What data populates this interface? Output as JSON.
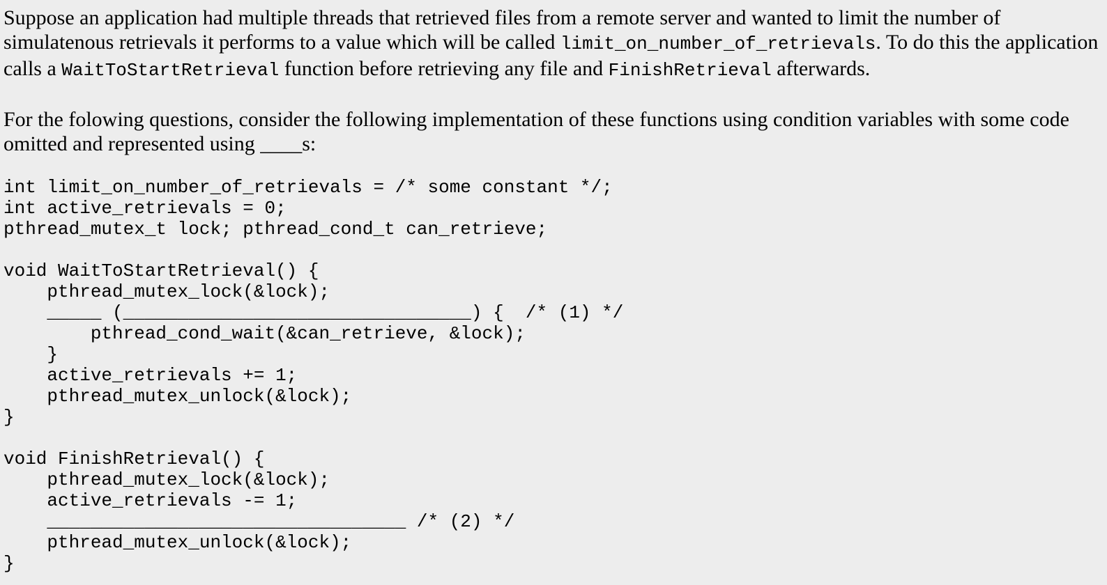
{
  "page": {
    "background_color": "#ededed",
    "text_color": "#000000"
  },
  "intro_paragraph": {
    "segments": [
      {
        "style": "serif",
        "text": "Suppose an application had multiple threads that retrieved files from a remote server and wanted to limit the number of simulatenous retrievals it performs to a value which will be called "
      },
      {
        "style": "mono",
        "text": "limit_on_number_of_retrievals"
      },
      {
        "style": "serif",
        "text": ". To do this the application calls a "
      },
      {
        "style": "mono",
        "text": "WaitToStartRetrieval"
      },
      {
        "style": "serif",
        "text": " function before retrieving any file and "
      },
      {
        "style": "mono",
        "text": "FinishRetrieval"
      },
      {
        "style": "serif",
        "text": " afterwards."
      }
    ]
  },
  "instructions_paragraph": {
    "segments": [
      {
        "style": "serif",
        "text": "For the folowing questions, consider the following implementation of these functions using condition variables with some code omitted and represented using ____s:"
      }
    ]
  },
  "code_block": {
    "lines": [
      "int limit_on_number_of_retrievals = /* some constant */;",
      "int active_retrievals = 0;",
      "pthread_mutex_t lock; pthread_cond_t can_retrieve;",
      "",
      "void WaitToStartRetrieval() {",
      "    pthread_mutex_lock(&lock);",
      "    _____ (________________________________) {  /* (1) */",
      "        pthread_cond_wait(&can_retrieve, &lock);",
      "    }",
      "    active_retrievals += 1;",
      "    pthread_mutex_unlock(&lock);",
      "}",
      "",
      "void FinishRetrieval() {",
      "    pthread_mutex_lock(&lock);",
      "    active_retrievals -= 1;",
      "    _________________________________ /* (2) */",
      "    pthread_mutex_unlock(&lock);",
      "}"
    ]
  }
}
